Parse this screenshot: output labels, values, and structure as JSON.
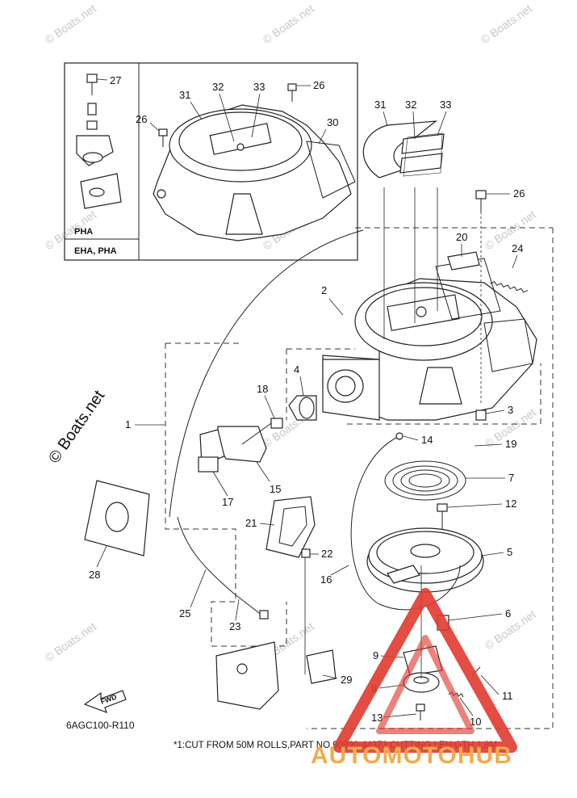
{
  "inset": {
    "labels": [
      "PHA",
      "EHA, PHA"
    ],
    "callouts": [
      "27",
      "32",
      "33",
      "26",
      "31",
      "26",
      "30"
    ]
  },
  "callouts": {
    "c31": "31",
    "c32": "32",
    "c33": "33",
    "c26": "26",
    "c20": "20",
    "c24": "24",
    "c2": "2",
    "c4": "4",
    "c18": "18",
    "c1": "1",
    "c3": "3",
    "c14": "14",
    "c19": "19",
    "c7": "7",
    "c12": "12",
    "c17": "17",
    "c15": "15",
    "c21": "21",
    "c22": "22",
    "c5": "5",
    "c28": "28",
    "c16": "16",
    "c25": "25",
    "c23": "23",
    "c6": "6",
    "c9": "9",
    "c29": "29",
    "c8": "8",
    "c11": "11",
    "c10": "10",
    "c13": "13"
  },
  "fwd_label": "FWD",
  "diagram_code": "6AGC100-R110",
  "footnote": "*1:CUT FROM 50M ROLLS,PART NO.90890-44373,CUTTING LEN GTH 1.8M",
  "watermark": {
    "small": "© Boats.net",
    "large": "© Boats.net"
  },
  "logo": {
    "text": "AUTOMOTOHUB",
    "colors": {
      "red": "#e03a2f",
      "gold": "#f0a43a",
      "dark": "#3a3a3a"
    }
  }
}
